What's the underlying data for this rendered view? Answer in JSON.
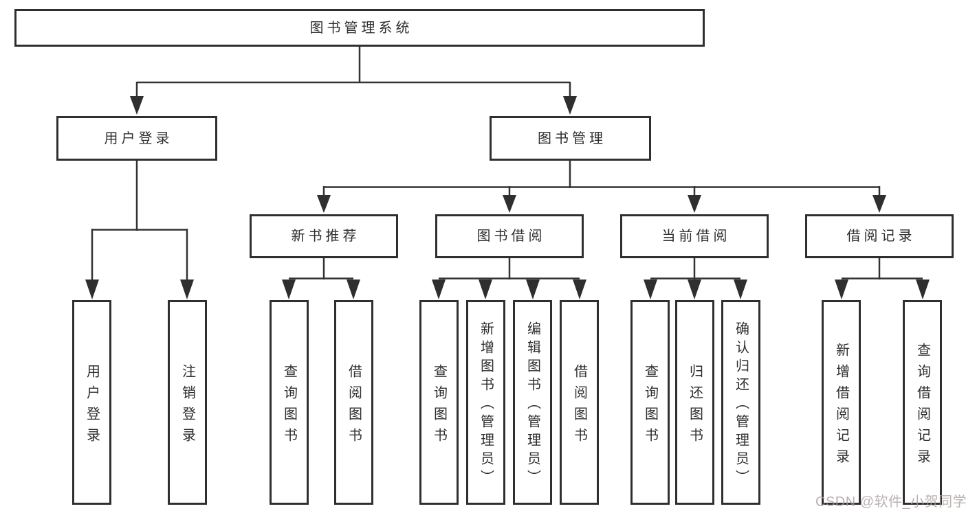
{
  "diagram": {
    "root": {
      "label": "图书管理系统"
    },
    "level2": [
      {
        "label": "用户登录",
        "children": [
          {
            "label": "用户登录"
          },
          {
            "label": "注销登录"
          }
        ]
      },
      {
        "label": "图书管理",
        "children": [
          {
            "label": "新书推荐",
            "children": [
              {
                "label": "查询图书"
              },
              {
                "label": "借阅图书"
              }
            ]
          },
          {
            "label": "图书借阅",
            "children": [
              {
                "label": "查询图书"
              },
              {
                "label": "新增图书（管理员）"
              },
              {
                "label": "编辑图书（管理员）"
              },
              {
                "label": "借阅图书"
              }
            ]
          },
          {
            "label": "当前借阅",
            "children": [
              {
                "label": "查询图书"
              },
              {
                "label": "归还图书"
              },
              {
                "label": "确认归还（管理员）"
              }
            ]
          },
          {
            "label": "借阅记录",
            "children": [
              {
                "label": "新增借阅记录"
              },
              {
                "label": "查询借阅记录"
              }
            ]
          }
        ]
      }
    ]
  },
  "watermark": {
    "text": "CSDN @软件_小贺同学"
  },
  "colors": {
    "line": "#333333",
    "box_border": "#2f2f2f",
    "text": "#2e2e2e",
    "watermark": "#aa9e9e",
    "background": "#ffffff"
  }
}
